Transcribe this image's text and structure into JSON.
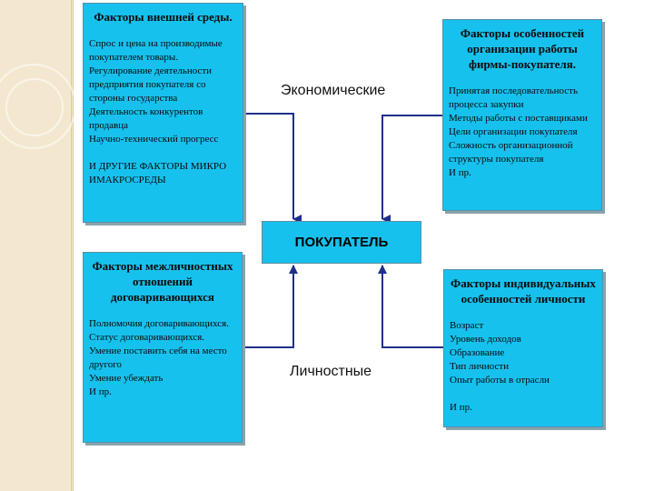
{
  "diagram": {
    "center": {
      "text": "ПОКУПАТЕЛЬ"
    },
    "label_top": "Экономические",
    "label_bottom": "Личностные",
    "box_top_left": {
      "title": "Факторы внешней среды.",
      "items": [
        "Спрос и цена на производимые покупателем товары.",
        "Регулирование деятельности предприятия покупателя со стороны государства",
        "Деятельность конкурентов продавца",
        "Научно-технический прогресс",
        "И ДРУГИЕ ФАКТОРЫ МИКРО ИМАКРОСРЕДЫ"
      ]
    },
    "box_top_right": {
      "title": "Факторы особенностей организации работы фирмы-покупателя.",
      "items": [
        "Принятая последовательность процесса закупки",
        "Методы работы с поставщиками",
        "Цели организации покупателя",
        "Сложность организационной структуры покупателя",
        "И пр."
      ]
    },
    "box_bottom_left": {
      "title": "Факторы межличностных отношений договаривающихся",
      "items": [
        "Полномочия договаривающихся.",
        "Статус договаривающихся.",
        "Умение поставить себя на место другого",
        "Умение убеждать",
        "И пр."
      ]
    },
    "box_bottom_right": {
      "title": "Факторы индивидуальных особенностей личности",
      "items": [
        "Возраст",
        "Уровень доходов",
        "Образование",
        "Тип личности",
        "Опыт работы в отрасли",
        "И пр."
      ]
    },
    "colors": {
      "box_fill": "#17c1ed",
      "arrow": "#1f2f8a",
      "side_band": "#f3e8cf"
    }
  }
}
